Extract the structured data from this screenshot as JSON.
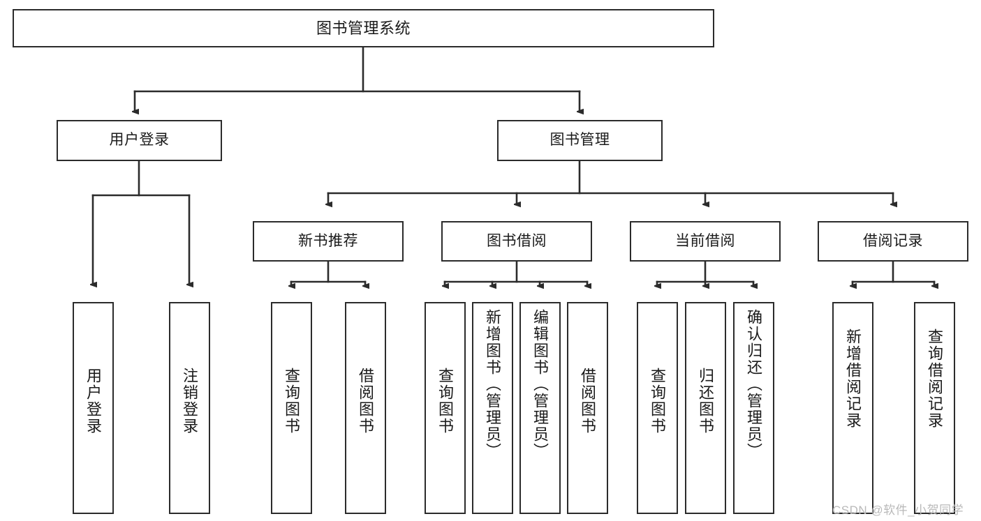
{
  "diagram": {
    "title": "图书管理系统",
    "type": "tree-hierarchy",
    "orientation": "top-down",
    "colors": {
      "box_border": "#2b2b2b",
      "box_fill": "#ffffff",
      "connector": "#2b2b2b",
      "text": "#1a1a1a",
      "watermark": "#b9b9b9",
      "background": "#ffffff"
    }
  },
  "root": {
    "label": "图书管理系统"
  },
  "level1": [
    {
      "id": "user-login",
      "label": "用户登录"
    },
    {
      "id": "book-management",
      "label": "图书管理"
    }
  ],
  "level2": [
    {
      "id": "new-book-recommend",
      "label": "新书推荐",
      "parent": "book-management"
    },
    {
      "id": "book-borrow",
      "label": "图书借阅",
      "parent": "book-management"
    },
    {
      "id": "current-borrow",
      "label": "当前借阅",
      "parent": "book-management"
    },
    {
      "id": "borrow-record",
      "label": "借阅记录",
      "parent": "book-management"
    }
  ],
  "leaves": {
    "user-login": [
      {
        "id": "leaf-user-login",
        "label": "用户登录"
      },
      {
        "id": "leaf-user-logout",
        "label": "注销登录"
      }
    ],
    "new-book-recommend": [
      {
        "id": "leaf-query-book-1",
        "label": "查询图书"
      },
      {
        "id": "leaf-borrow-book-1",
        "label": "借阅图书"
      }
    ],
    "book-borrow": [
      {
        "id": "leaf-query-book-2",
        "label": "查询图书"
      },
      {
        "id": "leaf-add-book",
        "label": "新增图书（管理员）"
      },
      {
        "id": "leaf-edit-book",
        "label": "编辑图书（管理员）"
      },
      {
        "id": "leaf-borrow-book-2",
        "label": "借阅图书"
      }
    ],
    "current-borrow": [
      {
        "id": "leaf-query-book-3",
        "label": "查询图书"
      },
      {
        "id": "leaf-return-book",
        "label": "归还图书"
      },
      {
        "id": "leaf-confirm-return",
        "label": "确认归还（管理员）"
      }
    ],
    "borrow-record": [
      {
        "id": "leaf-add-record",
        "label": "新增借阅记录"
      },
      {
        "id": "leaf-query-record",
        "label": "查询借阅记录"
      }
    ]
  },
  "watermark": {
    "text": "CSDN @软件_小贺同学"
  }
}
